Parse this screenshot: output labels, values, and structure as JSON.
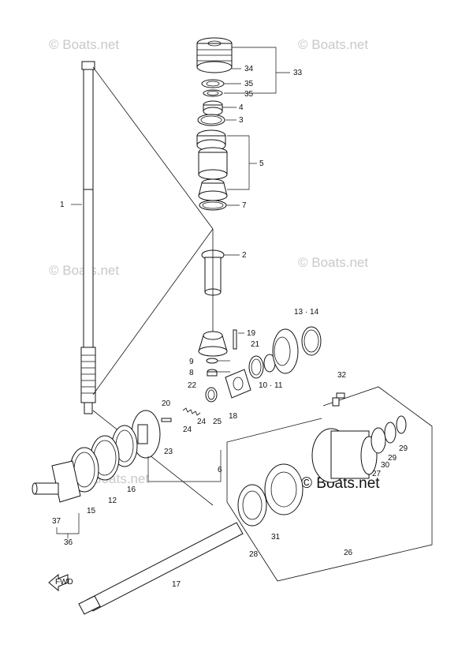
{
  "watermarks": [
    {
      "text": "© Boats.net"
    },
    {
      "text": "© Boats.net"
    },
    {
      "text": "© Boats.net"
    },
    {
      "text": "© Boats.net"
    },
    {
      "text": "© Boats.net"
    },
    {
      "text": "© Boats.net"
    }
  ],
  "callouts": [
    "1",
    "2",
    "3",
    "4",
    "5",
    "6",
    "7",
    "8",
    "9",
    "10 · 11",
    "12",
    "13 · 14",
    "15",
    "16",
    "17",
    "18",
    "19",
    "20",
    "21",
    "22",
    "23",
    "24",
    "25",
    "26",
    "27",
    "28",
    "29",
    "29",
    "30",
    "31",
    "32",
    "33",
    "34",
    "35",
    "35",
    "36",
    "37"
  ],
  "fwd_label": "FWD",
  "colors": {
    "line": "#111111",
    "watermark": "#c9c9c9",
    "background": "#ffffff"
  }
}
